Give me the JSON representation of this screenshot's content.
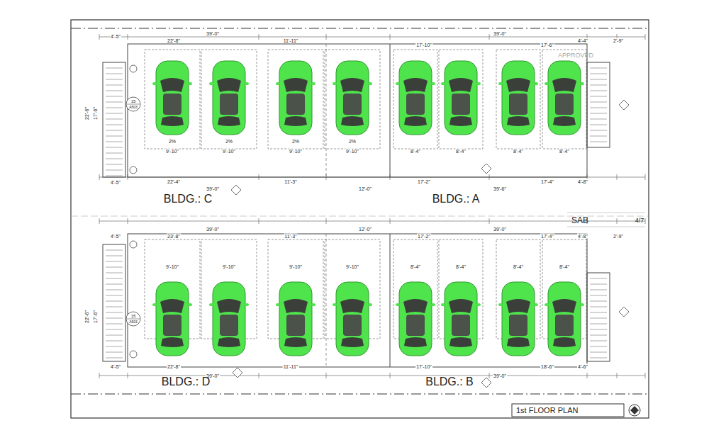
{
  "diagram": {
    "title": "1st FLOOR PLAN",
    "labels": [
      "4'-5\"",
      "22'-8\"",
      "39'-0\"",
      "11'-11\"",
      "17'-10\"",
      "39'-0\"",
      "17'-6\"",
      "4'-4\"",
      "2'-9\"",
      "22'-6\"",
      "17'-6\"",
      "2%",
      "2%",
      "2%",
      "2%",
      "9'-10\"",
      "9'-10\"",
      "9'-10\"",
      "9'-10\"",
      "8'-4\"",
      "8'-4\"",
      "8'-4\"",
      "8'-4\"",
      "4'-5\"",
      "22'-4\"",
      "39'-0\"",
      "11'-3\"",
      "12'-0\"",
      "17'-2\"",
      "39'-6\"",
      "17'-4\"",
      "4'-8\"",
      "BLDG.: C",
      "BLDG.: A",
      "15",
      "A503",
      "APPROVED",
      "SAB",
      "4/7",
      "4'-5\"",
      "23'-8\"",
      "39'-0\"",
      "11'-3\"",
      "12'-0\"",
      "17'-2\"",
      "39'-0\"",
      "17'-4\"",
      "4'-8\"",
      "2'-9\"",
      "9'-10\"",
      "9'-10\"",
      "9'-10\"",
      "9'-10\"",
      "8'-4\"",
      "8'-4\"",
      "8'-4\"",
      "8'-4\"",
      "22'-6\"",
      "17'-6\"",
      "15",
      "A503",
      "4'-5\"",
      "22'-8\"",
      "39'-0\"",
      "11'-11\"",
      "17'-10\"",
      "39'-0\"",
      "18'-6\"",
      "4'-6\"",
      "BLDG.: D",
      "BLDG.: B"
    ]
  }
}
